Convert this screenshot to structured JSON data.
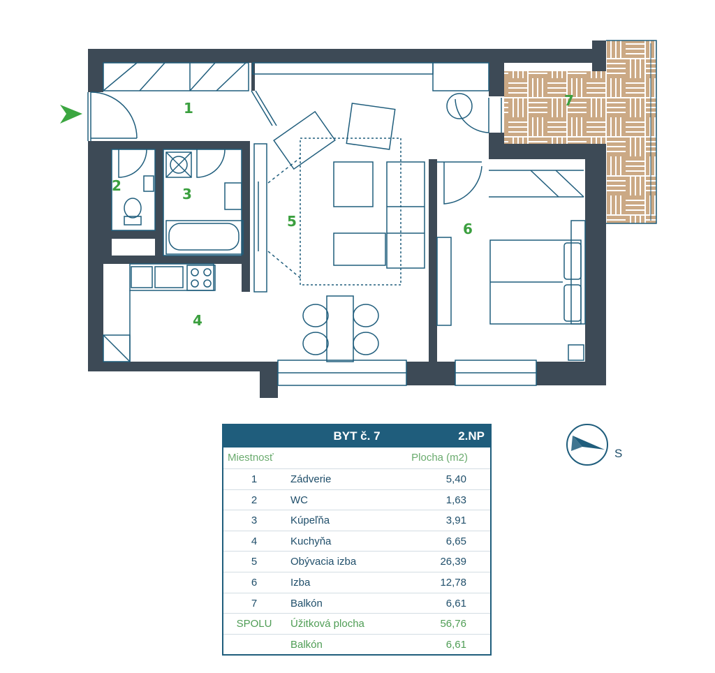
{
  "plan": {
    "rooms": [
      {
        "num": "1"
      },
      {
        "num": "2"
      },
      {
        "num": "3"
      },
      {
        "num": "4"
      },
      {
        "num": "5"
      },
      {
        "num": "6"
      },
      {
        "num": "7"
      }
    ],
    "colors": {
      "wall": "#3d4a56",
      "line": "#1f5d7c",
      "balcony": "#cba985",
      "arrow": "#3ba640",
      "accent": "#3b9f3f"
    }
  },
  "table": {
    "title": "BYT č. 7",
    "floor": "2.NP",
    "col_room": "Miestnosť",
    "col_area": "Plocha (m2)",
    "rows": [
      {
        "num": "1",
        "name": "Zádverie",
        "area": "5,40"
      },
      {
        "num": "2",
        "name": "WC",
        "area": "1,63"
      },
      {
        "num": "3",
        "name": "Kúpeľňa",
        "area": "3,91"
      },
      {
        "num": "4",
        "name": "Kuchyňa",
        "area": "6,65"
      },
      {
        "num": "5",
        "name": "Obývacia izba",
        "area": "26,39"
      },
      {
        "num": "6",
        "name": "Izba",
        "area": "12,78"
      },
      {
        "num": "7",
        "name": "Balkón",
        "area": "6,61"
      }
    ],
    "total": {
      "label": "SPOLU",
      "name": "Úžitková plocha",
      "area": "56,76"
    },
    "balcony": {
      "name": "Balkón",
      "area": "6,61"
    }
  },
  "compass": {
    "label": "S",
    "icon": "north-arrow-icon"
  }
}
